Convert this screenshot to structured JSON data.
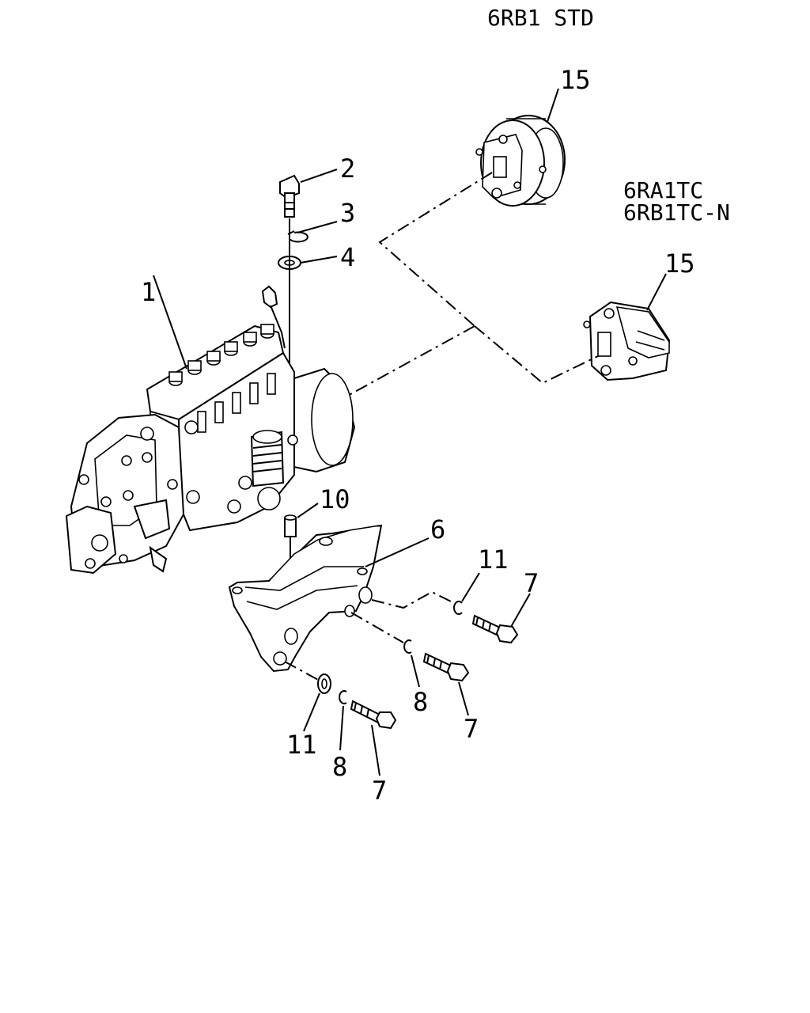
{
  "header": {
    "model_code": "6RB1 STD"
  },
  "variant": {
    "line1": "6RA1TC",
    "line2": "6RB1TC-N"
  },
  "callouts": {
    "c1": "1",
    "c2": "2",
    "c3": "3",
    "c4": "4",
    "c6": "6",
    "c7a": "7",
    "c7b": "7",
    "c7c": "7",
    "c8a": "8",
    "c8b": "8",
    "c10": "10",
    "c11a": "11",
    "c11b": "11",
    "c15a": "15",
    "c15b": "15"
  }
}
